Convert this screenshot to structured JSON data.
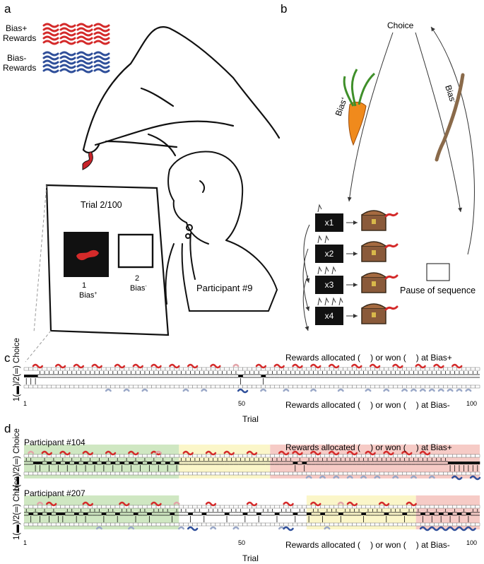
{
  "panels": {
    "a": "a",
    "b": "b",
    "c": "c",
    "d": "d"
  },
  "panel_a": {
    "legend_plus_line1": "Bias+",
    "legend_plus_line2": "Rewards",
    "legend_minus_line1": "Bias-",
    "legend_minus_line2": "Rewards",
    "trial_label": "Trial 2/100",
    "option1_num": "1",
    "option1_bias": "Bias",
    "option1_sup": "+",
    "option2_num": "2",
    "option2_bias": "Bias",
    "option2_sup": "-",
    "participant": "Participant #9"
  },
  "panel_b": {
    "choice": "Choice",
    "bias_plus": "Bias",
    "bias_plus_sup": "+",
    "bias_minus": "Bias",
    "bias_minus_sup": "-",
    "multipliers": [
      "x1",
      "x2",
      "x3",
      "x4"
    ],
    "pause": "Pause of sequence"
  },
  "panel_c": {
    "ylabel": "1(▬)/2(═) Choice",
    "top_caption_pre": "Rewards allocated (",
    "top_caption_mid": ") or won (",
    "top_caption_post": ") at Bias+",
    "bottom_caption_pre": "Rewards allocated (",
    "bottom_caption_mid": ") or won (",
    "bottom_caption_post": ") at Bias-",
    "x_ticks": [
      "1",
      "50",
      "100"
    ],
    "xlabel": "Trial"
  },
  "panel_d": {
    "ylabel": "1(▬)/2(═) Choice",
    "participant_1": "Participant #104",
    "participant_2": "Participant #207",
    "top_caption_pre": "Rewards allocated (",
    "top_caption_mid": ") or won (",
    "top_caption_post": ") at Bias+",
    "bottom_caption_pre": "Rewards allocated (",
    "bottom_caption_mid": ") or won (",
    "bottom_caption_post": ") at Bias-",
    "x_ticks": [
      "1",
      "50",
      "100"
    ],
    "xlabel": "Trial"
  },
  "colors": {
    "red": "#d42a2a",
    "blue": "#2f4f9a",
    "green_band": "#cfe7c2",
    "yellow_band": "#fbf6c9",
    "red_band": "#f6cbc6",
    "allocated_red": "#e2a3a8",
    "allocated_blue": "#9aa8c8"
  }
}
